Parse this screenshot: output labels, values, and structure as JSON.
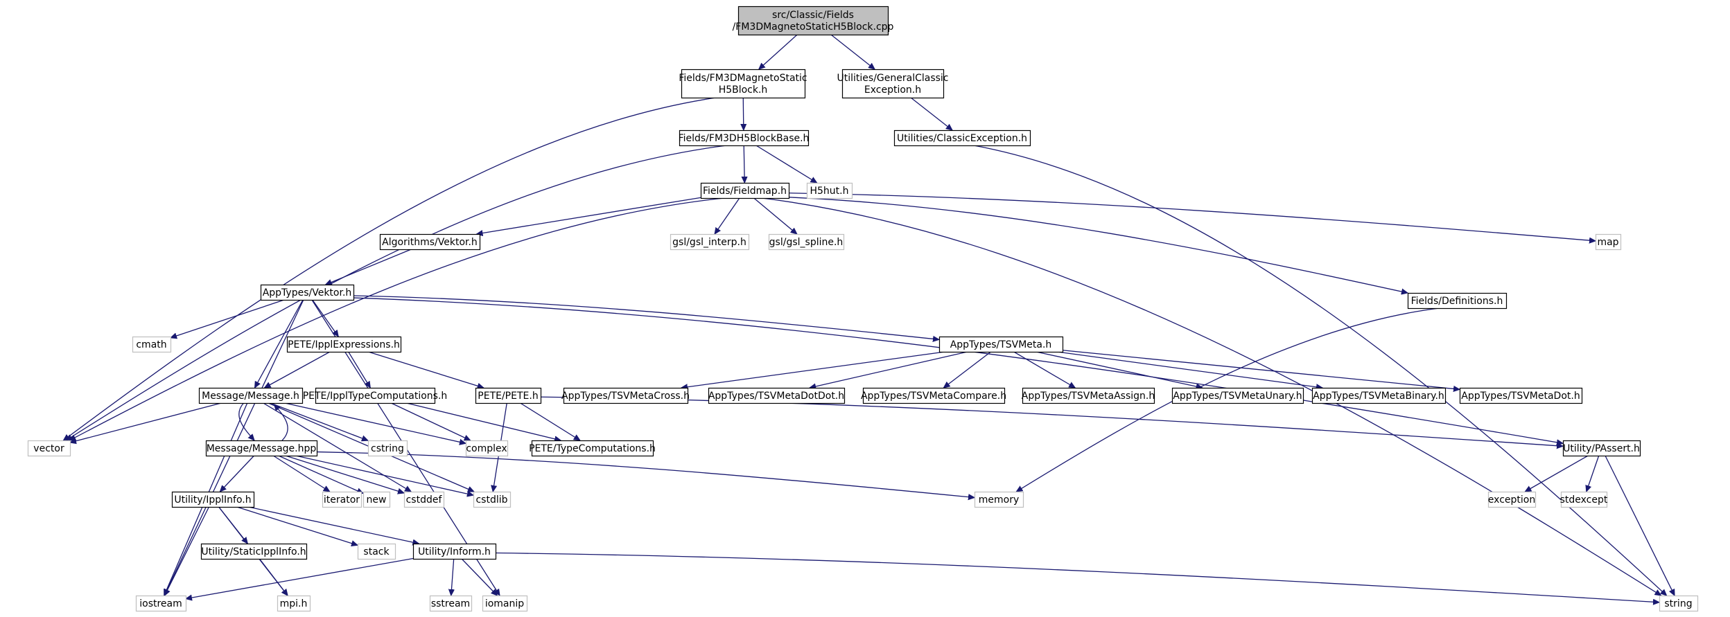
{
  "diagram": {
    "type": "include-dependency-graph",
    "colors": {
      "edge": "#191970",
      "root_fill": "#bfbfbf",
      "system_border": "#bfbfbf",
      "local_border": "#000000"
    },
    "nodes": [
      {
        "id": "root",
        "lines": [
          "src/Classic/Fields",
          "/FM3DMagnetoStaticH5Block.cpp"
        ],
        "kind": "root"
      },
      {
        "id": "fm3dms",
        "lines": [
          "Fields/FM3DMagnetoStatic",
          "H5Block.h"
        ],
        "kind": "local"
      },
      {
        "id": "gce",
        "lines": [
          "Utilities/GeneralClassic",
          "Exception.h"
        ],
        "kind": "local"
      },
      {
        "id": "fm3dh5",
        "lines": [
          "Fields/FM3DH5BlockBase.h"
        ],
        "kind": "local"
      },
      {
        "id": "ce",
        "lines": [
          "Utilities/ClassicException.h"
        ],
        "kind": "local"
      },
      {
        "id": "fieldmap",
        "lines": [
          "Fields/Fieldmap.h"
        ],
        "kind": "local"
      },
      {
        "id": "h5hut",
        "lines": [
          "H5hut.h"
        ],
        "kind": "system"
      },
      {
        "id": "vektor",
        "lines": [
          "Algorithms/Vektor.h"
        ],
        "kind": "local"
      },
      {
        "id": "gslinterp",
        "lines": [
          "gsl/gsl_interp.h"
        ],
        "kind": "system"
      },
      {
        "id": "gslspline",
        "lines": [
          "gsl/gsl_spline.h"
        ],
        "kind": "system"
      },
      {
        "id": "map",
        "lines": [
          "map"
        ],
        "kind": "system"
      },
      {
        "id": "atvektor",
        "lines": [
          "AppTypes/Vektor.h"
        ],
        "kind": "local"
      },
      {
        "id": "defs",
        "lines": [
          "Fields/Definitions.h"
        ],
        "kind": "local"
      },
      {
        "id": "cmath",
        "lines": [
          "cmath"
        ],
        "kind": "system"
      },
      {
        "id": "ipplexpr",
        "lines": [
          "PETE/IpplExpressions.h"
        ],
        "kind": "local"
      },
      {
        "id": "tsvmeta",
        "lines": [
          "AppTypes/TSVMeta.h"
        ],
        "kind": "local"
      },
      {
        "id": "msgh",
        "lines": [
          "Message/Message.h"
        ],
        "kind": "local"
      },
      {
        "id": "ippltc",
        "lines": [
          "PETE/IpplTypeComputations.h"
        ],
        "kind": "local"
      },
      {
        "id": "pete",
        "lines": [
          "PETE/PETE.h"
        ],
        "kind": "local"
      },
      {
        "id": "tsvcross",
        "lines": [
          "AppTypes/TSVMetaCross.h"
        ],
        "kind": "local"
      },
      {
        "id": "tsvdotdot",
        "lines": [
          "AppTypes/TSVMetaDotDot.h"
        ],
        "kind": "local"
      },
      {
        "id": "tsvcompare",
        "lines": [
          "AppTypes/TSVMetaCompare.h"
        ],
        "kind": "local"
      },
      {
        "id": "tsvassign",
        "lines": [
          "AppTypes/TSVMetaAssign.h"
        ],
        "kind": "local"
      },
      {
        "id": "tsvunary",
        "lines": [
          "AppTypes/TSVMetaUnary.h"
        ],
        "kind": "local"
      },
      {
        "id": "tsvbinary",
        "lines": [
          "AppTypes/TSVMetaBinary.h"
        ],
        "kind": "local"
      },
      {
        "id": "tsvdot",
        "lines": [
          "AppTypes/TSVMetaDot.h"
        ],
        "kind": "local"
      },
      {
        "id": "vector",
        "lines": [
          "vector"
        ],
        "kind": "system"
      },
      {
        "id": "cstring",
        "lines": [
          "cstring"
        ],
        "kind": "system"
      },
      {
        "id": "msghpp",
        "lines": [
          "Message/Message.hpp"
        ],
        "kind": "local"
      },
      {
        "id": "complex",
        "lines": [
          "complex"
        ],
        "kind": "system"
      },
      {
        "id": "typecomp",
        "lines": [
          "PETE/TypeComputations.h"
        ],
        "kind": "local"
      },
      {
        "id": "passert",
        "lines": [
          "Utility/PAssert.h"
        ],
        "kind": "local"
      },
      {
        "id": "ipplinfo",
        "lines": [
          "Utility/IpplInfo.h"
        ],
        "kind": "local"
      },
      {
        "id": "iterator",
        "lines": [
          "iterator"
        ],
        "kind": "system"
      },
      {
        "id": "new",
        "lines": [
          "new"
        ],
        "kind": "system"
      },
      {
        "id": "cstddef",
        "lines": [
          "cstddef"
        ],
        "kind": "system"
      },
      {
        "id": "cstdlib",
        "lines": [
          "cstdlib"
        ],
        "kind": "system"
      },
      {
        "id": "memory",
        "lines": [
          "memory"
        ],
        "kind": "system"
      },
      {
        "id": "exception",
        "lines": [
          "exception"
        ],
        "kind": "system"
      },
      {
        "id": "stdexcept",
        "lines": [
          "stdexcept"
        ],
        "kind": "system"
      },
      {
        "id": "staticipplinfo",
        "lines": [
          "Utility/StaticIpplInfo.h"
        ],
        "kind": "local"
      },
      {
        "id": "stack",
        "lines": [
          "stack"
        ],
        "kind": "system"
      },
      {
        "id": "inform",
        "lines": [
          "Utility/Inform.h"
        ],
        "kind": "local"
      },
      {
        "id": "iostream",
        "lines": [
          "iostream"
        ],
        "kind": "system"
      },
      {
        "id": "mpih",
        "lines": [
          "mpi.h"
        ],
        "kind": "system"
      },
      {
        "id": "sstream",
        "lines": [
          "sstream"
        ],
        "kind": "system"
      },
      {
        "id": "iomanip",
        "lines": [
          "iomanip"
        ],
        "kind": "system"
      },
      {
        "id": "string",
        "lines": [
          "string"
        ],
        "kind": "system"
      }
    ],
    "edges": [
      [
        "root",
        "fm3dms"
      ],
      [
        "root",
        "gce"
      ],
      [
        "fm3dms",
        "vector"
      ],
      [
        "fm3dms",
        "fm3dh5"
      ],
      [
        "gce",
        "ce"
      ],
      [
        "ce",
        "string"
      ],
      [
        "fm3dh5",
        "vector"
      ],
      [
        "fm3dh5",
        "fieldmap"
      ],
      [
        "fm3dh5",
        "h5hut"
      ],
      [
        "fieldmap",
        "vector"
      ],
      [
        "fieldmap",
        "vektor"
      ],
      [
        "fieldmap",
        "gslinterp"
      ],
      [
        "fieldmap",
        "gslspline"
      ],
      [
        "fieldmap",
        "map"
      ],
      [
        "fieldmap",
        "defs"
      ],
      [
        "fieldmap",
        "string"
      ],
      [
        "vektor",
        "atvektor"
      ],
      [
        "defs",
        "memory"
      ],
      [
        "atvektor",
        "iostream"
      ],
      [
        "atvektor",
        "cmath"
      ],
      [
        "atvektor",
        "msgh"
      ],
      [
        "atvektor",
        "iomanip"
      ],
      [
        "atvektor",
        "ipplexpr"
      ],
      [
        "atvektor",
        "tsvmeta"
      ],
      [
        "atvektor",
        "passert"
      ],
      [
        "ipplexpr",
        "msgh"
      ],
      [
        "ipplexpr",
        "ippltc"
      ],
      [
        "ipplexpr",
        "pete"
      ],
      [
        "tsvmeta",
        "tsvcross"
      ],
      [
        "tsvmeta",
        "tsvdotdot"
      ],
      [
        "tsvmeta",
        "tsvcompare"
      ],
      [
        "tsvmeta",
        "tsvassign"
      ],
      [
        "tsvmeta",
        "tsvunary"
      ],
      [
        "tsvmeta",
        "tsvbinary"
      ],
      [
        "tsvmeta",
        "tsvdot"
      ],
      [
        "msgh",
        "vector"
      ],
      [
        "msgh",
        "cstring"
      ],
      [
        "msgh",
        "msghpp"
      ],
      [
        "msgh",
        "complex"
      ],
      [
        "msgh",
        "cstddef"
      ],
      [
        "msgh",
        "cstdlib"
      ],
      [
        "msgh",
        "iostream"
      ],
      [
        "msghpp",
        "msgh"
      ],
      [
        "msghpp",
        "ipplinfo"
      ],
      [
        "msghpp",
        "iterator"
      ],
      [
        "msghpp",
        "new"
      ],
      [
        "msghpp",
        "cstddef"
      ],
      [
        "msghpp",
        "cstdlib"
      ],
      [
        "msghpp",
        "memory"
      ],
      [
        "ippltc",
        "complex"
      ],
      [
        "ippltc",
        "typecomp"
      ],
      [
        "pete",
        "typecomp"
      ],
      [
        "pete",
        "cstdlib"
      ],
      [
        "pete",
        "passert"
      ],
      [
        "passert",
        "exception"
      ],
      [
        "passert",
        "stdexcept"
      ],
      [
        "passert",
        "string"
      ],
      [
        "ipplinfo",
        "iostream"
      ],
      [
        "ipplinfo",
        "staticipplinfo"
      ],
      [
        "ipplinfo",
        "stack"
      ],
      [
        "ipplinfo",
        "inform"
      ],
      [
        "ipplinfo",
        "mpih"
      ],
      [
        "staticipplinfo",
        "mpih"
      ],
      [
        "inform",
        "iostream"
      ],
      [
        "inform",
        "sstream"
      ],
      [
        "inform",
        "iomanip"
      ],
      [
        "inform",
        "string"
      ]
    ]
  }
}
